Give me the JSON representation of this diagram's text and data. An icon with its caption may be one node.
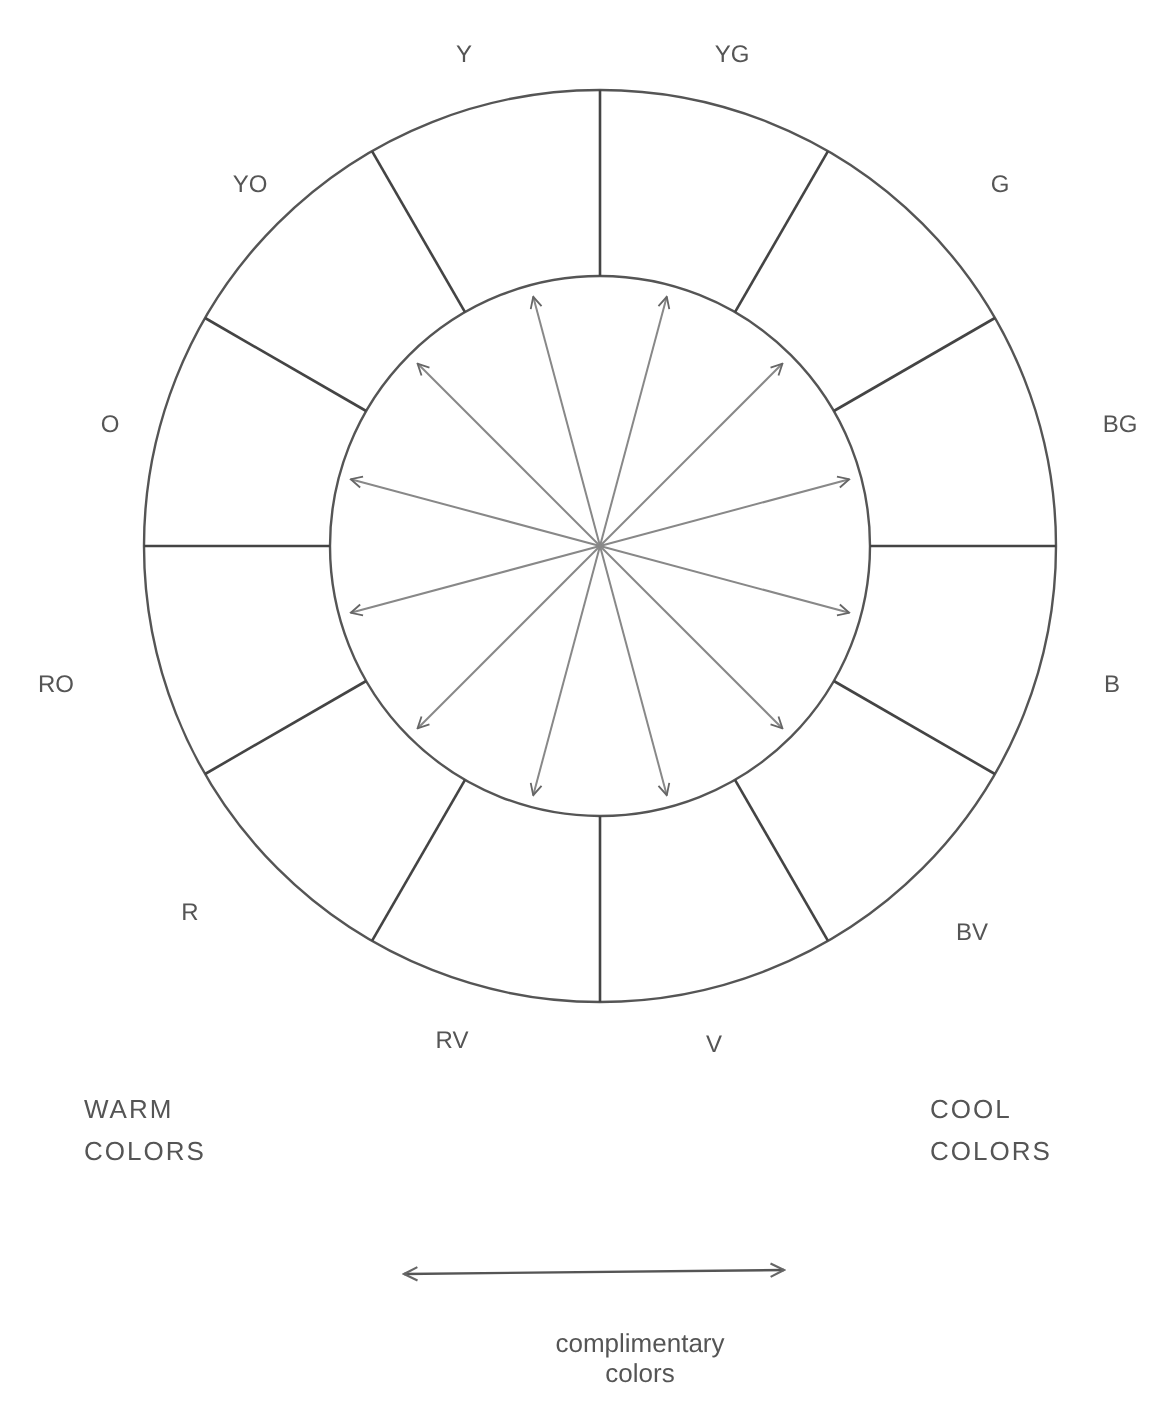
{
  "diagram": {
    "labels": [
      "Y",
      "YG",
      "YO",
      "G",
      "O",
      "BG",
      "RO",
      "B",
      "R",
      "BV",
      "RV",
      "V",
      "WARM COLORS",
      "COOL COLORS"
    ],
    "legend": [
      {
        "text": "complimentary colors"
      }
    ]
  }
}
